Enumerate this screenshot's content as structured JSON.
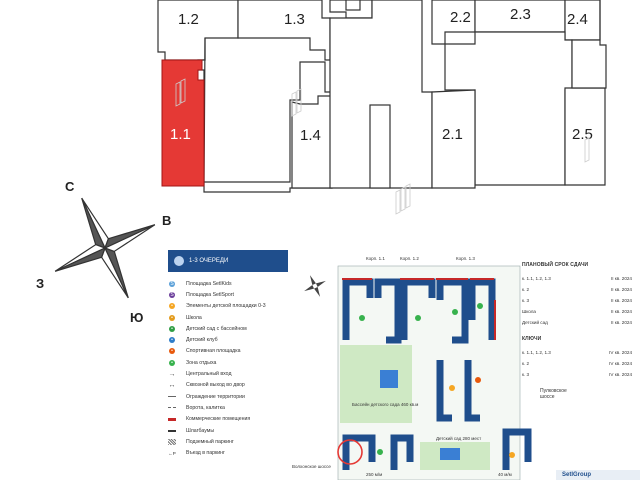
{
  "buildings": [
    {
      "id": "b1_1",
      "label": "1.1",
      "highlight": true
    },
    {
      "id": "b1_2",
      "label": "1.2"
    },
    {
      "id": "b1_3",
      "label": "1.3"
    },
    {
      "id": "b1_4",
      "label": "1.4"
    },
    {
      "id": "b2_1",
      "label": "2.1"
    },
    {
      "id": "b2_2",
      "label": "2.2"
    },
    {
      "id": "b2_3",
      "label": "2.3"
    },
    {
      "id": "b2_4",
      "label": "2.4"
    },
    {
      "id": "b2_5",
      "label": "2.5"
    }
  ],
  "compass": {
    "north": "С",
    "east": "В",
    "south": "Ю",
    "west": "З"
  },
  "legend": {
    "title": "1-3 ОЧЕРЕДИ",
    "items": [
      {
        "label": "Площадка SetlKids",
        "sym": "circle",
        "color": "#5aa0d8",
        "glyph": "S"
      },
      {
        "label": "Площадка SetlSport",
        "sym": "circle",
        "color": "#6a3d9a",
        "glyph": "S"
      },
      {
        "label": "Элементы детской площадки 0-3",
        "sym": "circle",
        "color": "#f5a623",
        "glyph": "•"
      },
      {
        "label": "Школа",
        "sym": "circle",
        "color": "#e39b1c",
        "glyph": "•"
      },
      {
        "label": "Детский сад с бассейном",
        "sym": "circle",
        "color": "#2f9e44",
        "glyph": "•"
      },
      {
        "label": "Детский клуб",
        "sym": "circle",
        "color": "#2e7dc9",
        "glyph": "•"
      },
      {
        "label": "Спортивная площадка",
        "sym": "circle",
        "color": "#e8590c",
        "glyph": "•"
      },
      {
        "label": "Зона отдыха",
        "sym": "circle",
        "color": "#37b24d",
        "glyph": "•"
      },
      {
        "label": "Центральный вход",
        "sym": "arrow",
        "glyph": "→"
      },
      {
        "label": "Сквозной выход во двор",
        "sym": "arrow",
        "glyph": "↔"
      },
      {
        "label": "Ограждение территории",
        "sym": "line"
      },
      {
        "label": "Ворота, калитка",
        "sym": "dashed"
      },
      {
        "label": "Коммерческие помещения",
        "sym": "redbar"
      },
      {
        "label": "Шлагбаумы",
        "sym": "barrier"
      },
      {
        "label": "Подземный паркинг",
        "sym": "hatch"
      },
      {
        "label": "Въезд в паркинг",
        "sym": "txt",
        "glyph": "←P"
      }
    ]
  },
  "site": {
    "corp_labels": [
      "Корп. 1.1",
      "Корп. 1.2",
      "Корп. 1.3"
    ],
    "pool_note": "Бассейн детского сада 460 кв.м",
    "kindergarten_note": "Детский сад 280 мест",
    "road": "Волхонское шоссе",
    "dist_bottom": "250 м/м",
    "dist_right": "40 м/м"
  },
  "schedule": {
    "title": "ПЛАНОВЫЙ СРОК СДАЧИ",
    "rows": [
      {
        "k": "к. 1.1, 1.2, 1.3",
        "v": "II кв. 2024"
      },
      {
        "k": "к. 2",
        "v": "II кв. 2024"
      },
      {
        "k": "к. 3",
        "v": "II кв. 2024"
      },
      {
        "k": "Школа",
        "v": "II кв. 2024"
      },
      {
        "k": "Детский сад",
        "v": "II кв. 2024"
      }
    ],
    "keys_title": "КЛЮЧИ",
    "keys": [
      {
        "k": "к. 1.1, 1.2, 1.3",
        "v": "IV кв. 2024"
      },
      {
        "k": "к. 2",
        "v": "IV кв. 2024"
      },
      {
        "k": "к. 3",
        "v": "IV кв. 2024"
      }
    ]
  },
  "right_road": "Пулковское шоссе",
  "brand": "SetlGroup",
  "colors": {
    "highlight": "#e53935",
    "plan_blue": "#1f4e8c",
    "green": "#cfe9c4"
  }
}
